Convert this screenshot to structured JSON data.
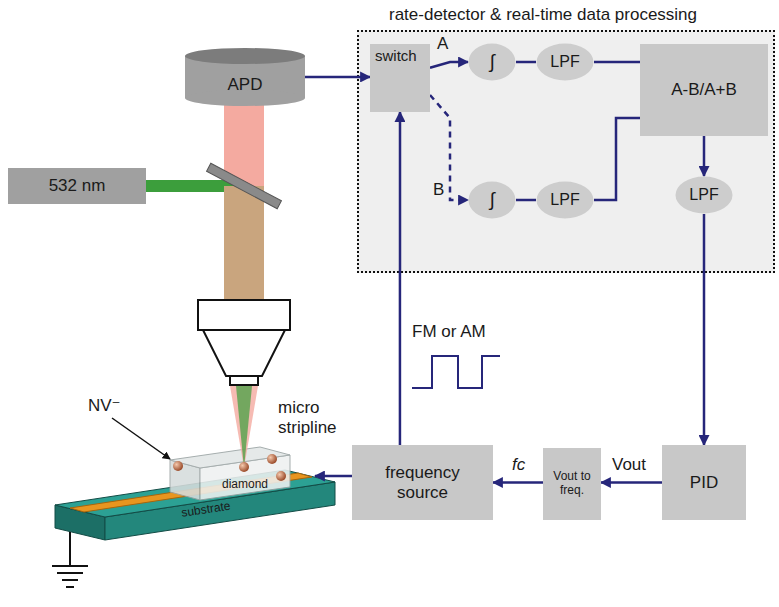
{
  "diagram": {
    "nodes": [
      {
        "text": [
          "APD"
        ]
      },
      {
        "text": [
          "532 nm"
        ]
      },
      {
        "text": [
          "rate-detector & real-time data processing"
        ]
      },
      {
        "text": [
          "switch"
        ],
        "in": 2
      },
      {
        "text": [
          "∫"
        ],
        "in": 2
      },
      {
        "text": [
          "LPF"
        ],
        "in": 2
      },
      {
        "text": [
          "A-B/A+B"
        ],
        "in": 2
      },
      {
        "text": [
          "∫"
        ],
        "in": 2
      },
      {
        "text": [
          "LPF"
        ],
        "in": 2
      },
      {
        "text": [
          "LPF"
        ],
        "in": 2
      },
      {
        "text": [
          "PID"
        ]
      },
      {
        "text": [
          "Vout to freq."
        ]
      },
      {
        "text": [
          "frequency source"
        ]
      }
    ],
    "edges": [
      {
        "from": 0,
        "to": 3,
        "arrow": "to"
      },
      {
        "from": 3,
        "to": 4,
        "label": "A",
        "arrow": "to"
      },
      {
        "from": 3,
        "to": 7,
        "label": "B",
        "arrow": "to"
      },
      {
        "from": 4,
        "to": 5,
        "arrow": "none"
      },
      {
        "from": 5,
        "to": 6,
        "arrow": "none"
      },
      {
        "from": 7,
        "to": 8,
        "arrow": "none"
      },
      {
        "from": 8,
        "to": 6,
        "arrow": "none"
      },
      {
        "from": 6,
        "to": 9,
        "arrow": "to"
      },
      {
        "from": 9,
        "to": 10,
        "arrow": "to"
      },
      {
        "from": 10,
        "to": 11,
        "label": "Vout",
        "arrow": "to"
      },
      {
        "from": 11,
        "to": 12,
        "label": "fc",
        "arrow": "to"
      },
      {
        "from": 12,
        "to": 3,
        "arrow": "to"
      }
    ],
    "labels": [
      "FM or AM",
      "NV⁻",
      "micro stripline",
      "diamond",
      "substrate"
    ]
  }
}
